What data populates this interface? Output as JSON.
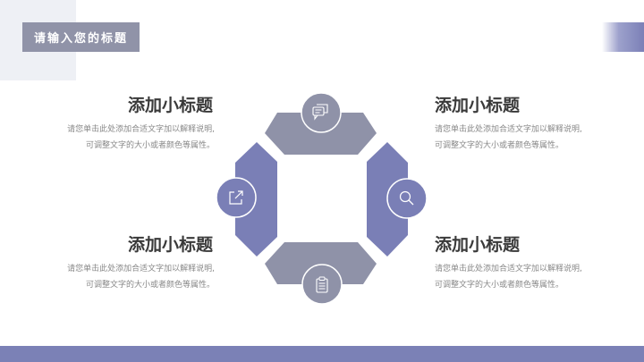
{
  "header": {
    "title": "请输入您的标题"
  },
  "colors": {
    "gray_shape": "#8f92a8",
    "purple_shape": "#7a7fb6",
    "title_bg": "#9093a8",
    "bottom_bar": "#7b81b6",
    "heading_text": "#3a3a3a",
    "body_text": "#888888"
  },
  "items": [
    {
      "position": "top-left",
      "heading": "添加小标题",
      "line1": "请您单击此处添加合适文字加以解释说明,",
      "line2": "可调整文字的大小或者颜色等属性。"
    },
    {
      "position": "top-right",
      "heading": "添加小标题",
      "line1": "请您单击此处添加合适文字加以解释说明,",
      "line2": "可调整文字的大小或者颜色等属性。"
    },
    {
      "position": "bottom-left",
      "heading": "添加小标题",
      "line1": "请您单击此处添加合适文字加以解释说明,",
      "line2": "可调整文字的大小或者颜色等属性。"
    },
    {
      "position": "bottom-right",
      "heading": "添加小标题",
      "line1": "请您单击此处添加合适文字加以解释说明,",
      "line2": "可调整文字的大小或者颜色等属性。"
    }
  ],
  "diagram": {
    "icons": [
      "chat-icon",
      "share-icon",
      "search-icon",
      "clipboard-icon"
    ]
  }
}
